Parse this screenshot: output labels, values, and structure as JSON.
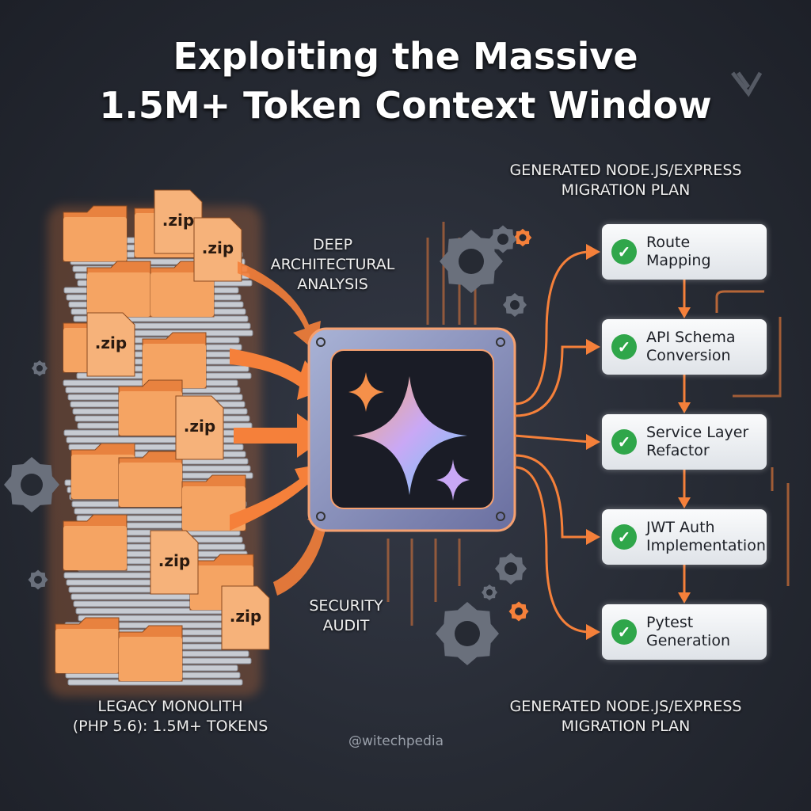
{
  "title": {
    "line1": "Exploiting the Massive",
    "line2": "1.5M+ Token Context Window"
  },
  "labels": {
    "top_right": [
      "GENERATED NODE.JS/EXPRESS",
      "MIGRATION PLAN"
    ],
    "deep_analysis": [
      "DEEP",
      "ARCHITECTURAL",
      "ANALYSIS"
    ],
    "security_audit": [
      "SECURITY",
      "AUDIT"
    ],
    "legacy": [
      "LEGACY MONOLITH",
      "(PHP 5.6): 1.5M+ TOKENS"
    ],
    "bottom_right": [
      "GENERATED NODE.JS/EXPRESS",
      "MIGRATION PLAN"
    ]
  },
  "steps": [
    {
      "line1": "Route",
      "line2": "Mapping"
    },
    {
      "line1": "API Schema",
      "line2": "Conversion"
    },
    {
      "line1": "Service Layer",
      "line2": "Refactor"
    },
    {
      "line1": "JWT Auth",
      "line2": "Implementation"
    },
    {
      "line1": "Pytest",
      "line2": "Generation"
    }
  ],
  "file_label": ".zip",
  "watermark": "@witechpedia",
  "colors": {
    "accent": "#f5803a",
    "check": "#2fa64a",
    "background": "#262a33"
  }
}
